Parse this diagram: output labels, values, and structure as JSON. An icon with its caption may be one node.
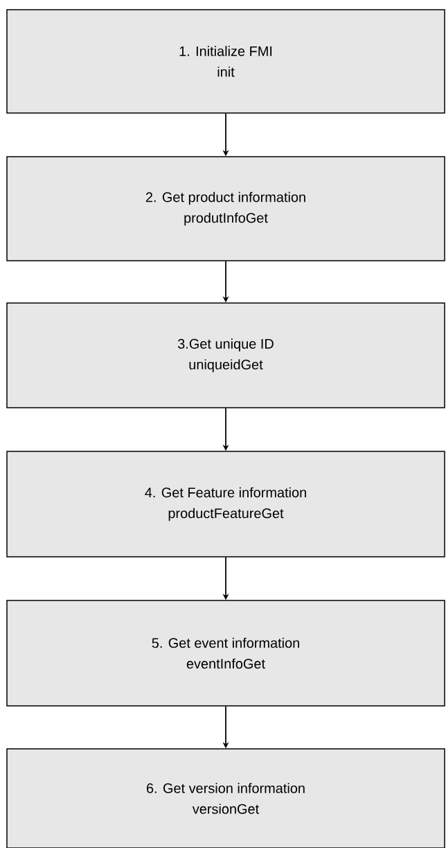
{
  "diagram": {
    "nodes": [
      {
        "text": [
          "1. Initialize FMI",
          "init"
        ]
      },
      {
        "text": [
          "2. Get product information",
          "produtInfoGet"
        ]
      },
      {
        "text": [
          "3.Get unique ID",
          "uniqueidGet"
        ]
      },
      {
        "text": [
          "4. Get Feature information",
          "productFeatureGet"
        ]
      },
      {
        "text": [
          "5. Get event information",
          "eventInfoGet"
        ]
      },
      {
        "text": [
          "6. Get version information",
          "versionGet"
        ]
      }
    ],
    "edges": [
      {
        "from": 0,
        "to": 1,
        "arrow": "to"
      },
      {
        "from": 1,
        "to": 2,
        "arrow": "to"
      },
      {
        "from": 2,
        "to": 3,
        "arrow": "to"
      },
      {
        "from": 3,
        "to": 4,
        "arrow": "to"
      },
      {
        "from": 4,
        "to": 5,
        "arrow": "to"
      }
    ]
  }
}
